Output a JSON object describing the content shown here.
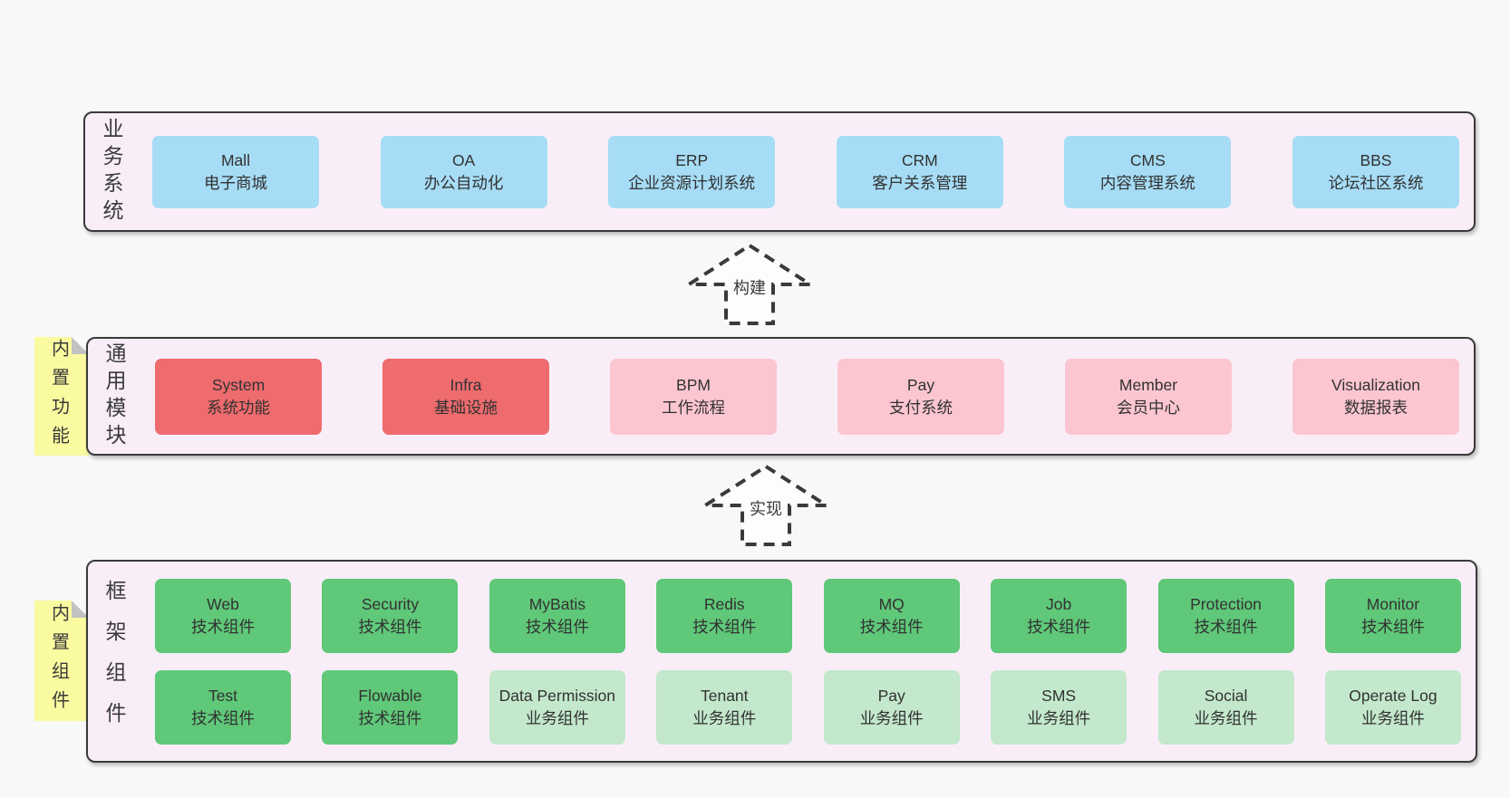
{
  "palette": {
    "page_bg": "#f8f8f8",
    "container_bg": "#f9eef8",
    "border_ink": "#3a3a3a",
    "blue": "#a6dcf5",
    "red": "#ee6b6e",
    "pink": "#fbc6d0",
    "green": "#5fc879",
    "light_green": "#c3e8cc",
    "sticker_yellow": "#fafaa0",
    "fold_gray": "#c2c2c2",
    "arrow_fill": "#fdfdfe"
  },
  "arrows": [
    {
      "label": "构建"
    },
    {
      "label": "实现"
    }
  ],
  "stickers": [
    {
      "label": "内置功能"
    },
    {
      "label": "内置组件"
    }
  ],
  "sections": [
    {
      "label": "业务系统",
      "rows": [
        [
          {
            "title": "Mall",
            "subtitle": "电子商城",
            "bg": "#a6dcf5"
          },
          {
            "title": "OA",
            "subtitle": "办公自动化",
            "bg": "#a6dcf5"
          },
          {
            "title": "ERP",
            "subtitle": "企业资源计划系统",
            "bg": "#a6dcf5"
          },
          {
            "title": "CRM",
            "subtitle": "客户关系管理",
            "bg": "#a6dcf5"
          },
          {
            "title": "CMS",
            "subtitle": "内容管理系统",
            "bg": "#a6dcf5"
          },
          {
            "title": "BBS",
            "subtitle": "论坛社区系统",
            "bg": "#a6dcf5"
          }
        ]
      ]
    },
    {
      "label": "通用模块",
      "rows": [
        [
          {
            "title": "System",
            "subtitle": "系统功能",
            "bg": "#ee6b6e"
          },
          {
            "title": "Infra",
            "subtitle": "基础设施",
            "bg": "#ee6b6e"
          },
          {
            "title": "BPM",
            "subtitle": "工作流程",
            "bg": "#fbc6d0"
          },
          {
            "title": "Pay",
            "subtitle": "支付系统",
            "bg": "#fbc6d0"
          },
          {
            "title": "Member",
            "subtitle": "会员中心",
            "bg": "#fbc6d0"
          },
          {
            "title": "Visualization",
            "subtitle": "数据报表",
            "bg": "#fbc6d0"
          }
        ]
      ]
    },
    {
      "label": "框架组件",
      "rows": [
        [
          {
            "title": "Web",
            "subtitle": "技术组件",
            "bg": "#5fc879"
          },
          {
            "title": "Security",
            "subtitle": "技术组件",
            "bg": "#5fc879"
          },
          {
            "title": "MyBatis",
            "subtitle": "技术组件",
            "bg": "#5fc879"
          },
          {
            "title": "Redis",
            "subtitle": "技术组件",
            "bg": "#5fc879"
          },
          {
            "title": "MQ",
            "subtitle": "技术组件",
            "bg": "#5fc879"
          },
          {
            "title": "Job",
            "subtitle": "技术组件",
            "bg": "#5fc879"
          },
          {
            "title": "Protection",
            "subtitle": "技术组件",
            "bg": "#5fc879"
          },
          {
            "title": "Monitor",
            "subtitle": "技术组件",
            "bg": "#5fc879"
          }
        ],
        [
          {
            "title": "Test",
            "subtitle": "技术组件",
            "bg": "#5fc879"
          },
          {
            "title": "Flowable",
            "subtitle": "技术组件",
            "bg": "#5fc879"
          },
          {
            "title": "Data Permission",
            "subtitle": "业务组件",
            "bg": "#c3e8cc"
          },
          {
            "title": "Tenant",
            "subtitle": "业务组件",
            "bg": "#c3e8cc"
          },
          {
            "title": "Pay",
            "subtitle": "业务组件",
            "bg": "#c3e8cc"
          },
          {
            "title": "SMS",
            "subtitle": "业务组件",
            "bg": "#c3e8cc"
          },
          {
            "title": "Social",
            "subtitle": "业务组件",
            "bg": "#c3e8cc"
          },
          {
            "title": "Operate Log",
            "subtitle": "业务组件",
            "bg": "#c3e8cc"
          }
        ]
      ]
    }
  ]
}
